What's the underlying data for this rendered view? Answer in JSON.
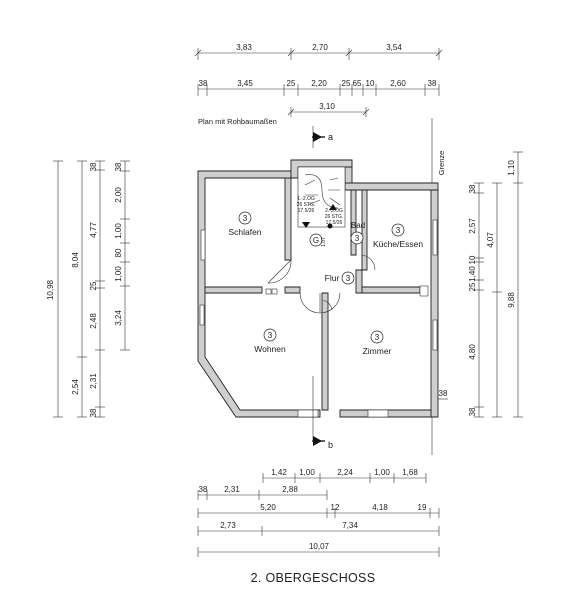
{
  "title": "2. OBERGESCHOSS",
  "note": "Plan mit Rohbaumaßen",
  "border_label": "Grenze",
  "section_marks": {
    "a": "a",
    "b": "b"
  },
  "rooms": {
    "schlafen": {
      "badge": "3",
      "name": "Schlafen"
    },
    "kueche": {
      "badge": "3",
      "name": "Küche/Essen"
    },
    "bad": {
      "badge": "3",
      "name": "Bad"
    },
    "flur": {
      "badge": "3",
      "name": "Flur"
    },
    "wohnen": {
      "badge": "3",
      "name": "Wohnen"
    },
    "zimmer": {
      "badge": "3",
      "name": "Zimmer"
    },
    "g_badge": "G"
  },
  "stair_notes": {
    "left": [
      "1.-2.OG",
      "26 STG.",
      "17.5/26"
    ],
    "right": [
      "2.-3.OG",
      "26 STG.",
      "17.5/26"
    ],
    "vertical": "1.07"
  },
  "dims": {
    "top1": [
      "3,83",
      "2,70",
      "3,54"
    ],
    "top2": [
      "38",
      "3,45",
      "25",
      "2,20",
      "25",
      "65",
      "10",
      "2,60",
      "38"
    ],
    "top3": "3,10",
    "left1": "10,98",
    "left2": [
      "8,04",
      "2,54"
    ],
    "left3": [
      "38",
      "4,77",
      "25",
      "2,48",
      "2,31",
      "38"
    ],
    "left3_sup": "5",
    "left4": [
      "38",
      "2,00",
      "1,00",
      "80",
      "1,00",
      "3,24"
    ],
    "right1": "1,10",
    "right2": "9,88",
    "right3": [
      "38",
      "2,57",
      "10",
      "1,40",
      "25",
      "4,80",
      "38"
    ],
    "right4": "4,07",
    "right_38": "38",
    "bot1": [
      "1,42",
      "1,00",
      "2,24",
      "1,00",
      "1,68"
    ],
    "bot2": [
      "38",
      "2,31",
      "2,88"
    ],
    "bot2_sup": "5",
    "bot3": [
      "5,20",
      "12",
      "4,18",
      "19"
    ],
    "bot4": [
      "2,73",
      "7,34"
    ],
    "bot5": "10,07"
  }
}
